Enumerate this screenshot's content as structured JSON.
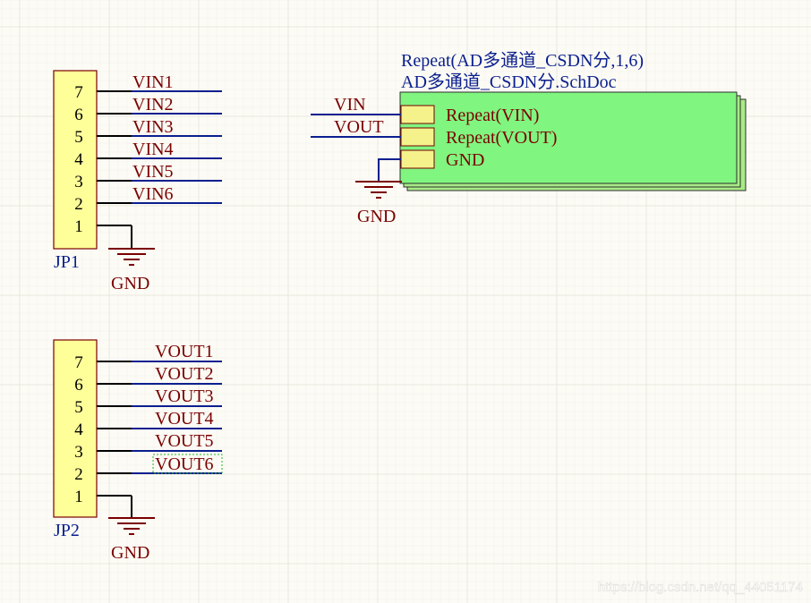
{
  "colors": {
    "background": "#fcfbf5",
    "grid": "#e9e6dc",
    "wire": "#0a1f8f",
    "net_label": "#7a0000",
    "designator": "#0a1f8f",
    "connector_fill": "#ffff99",
    "connector_stroke": "#7a0000",
    "pin_line": "#000000",
    "sheet_fill": "#80f580",
    "sheet_stroke": "#7a0000",
    "sheet_shadow": "#a8eb86",
    "entry_fill": "#f5f28c"
  },
  "header_jp1": {
    "designator": "JP1",
    "pins": [
      "7",
      "6",
      "5",
      "4",
      "3",
      "2",
      "1"
    ],
    "nets": [
      "VIN1",
      "VIN2",
      "VIN3",
      "VIN4",
      "VIN5",
      "VIN6"
    ],
    "gnd_label": "GND"
  },
  "header_jp2": {
    "designator": "JP2",
    "pins": [
      "7",
      "6",
      "5",
      "4",
      "3",
      "2",
      "1"
    ],
    "nets": [
      "VOUT1",
      "VOUT2",
      "VOUT3",
      "VOUT4",
      "VOUT5",
      "VOUT6"
    ],
    "gnd_label": "GND"
  },
  "sheet_symbol": {
    "designator": "Repeat(AD多通道_CSDN分,1,6)",
    "filename": "AD多通道_CSDN分.SchDoc",
    "entries": [
      "Repeat(VIN)",
      "Repeat(VOUT)",
      "GND"
    ],
    "wire_labels": [
      "VIN",
      "VOUT"
    ],
    "gnd_label": "GND"
  },
  "watermark": "https://blog.csdn.net/qq_44051174"
}
